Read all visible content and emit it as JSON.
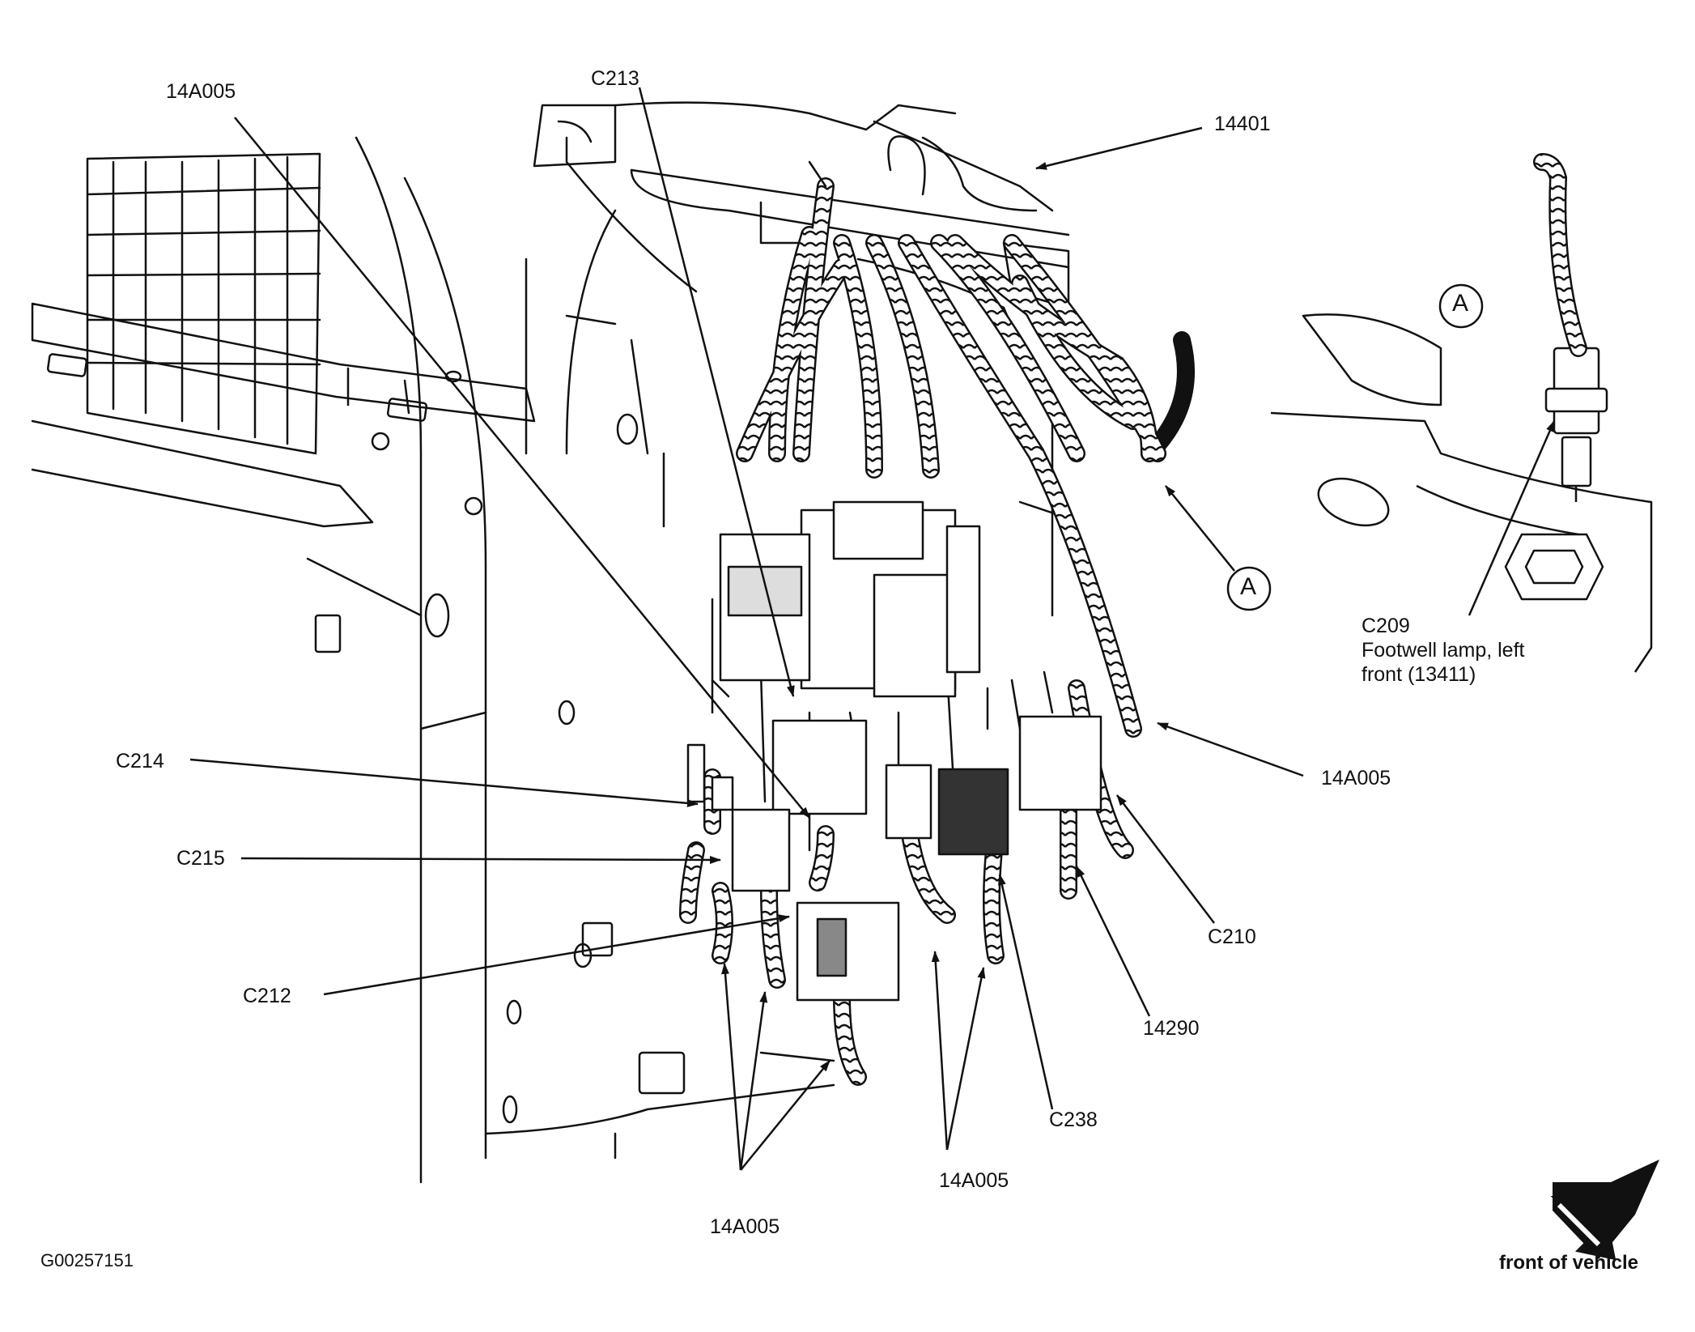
{
  "callouts": {
    "harness_14A005_top": "14A005",
    "connector_C213": "C213",
    "component_14401": "14401",
    "detail_ref_A": "A",
    "detail_label_A": "A",
    "connector_C214": "C214",
    "connector_C215": "C215",
    "connector_C212": "C212",
    "harness_14A005_right": "14A005",
    "connector_C210": "C210",
    "harness_14290": "14290",
    "connector_C238": "C238",
    "harness_14A005_bottom_center": "14A005",
    "harness_14A005_bottom_left": "14A005"
  },
  "detail_A": {
    "connector": "C209",
    "line1": "Footwell lamp, left",
    "line2": "front (13411)"
  },
  "figure_id": "G00257151",
  "direction_label": "front of vehicle",
  "colors": {
    "ink": "#111111",
    "paper": "#ffffff"
  }
}
